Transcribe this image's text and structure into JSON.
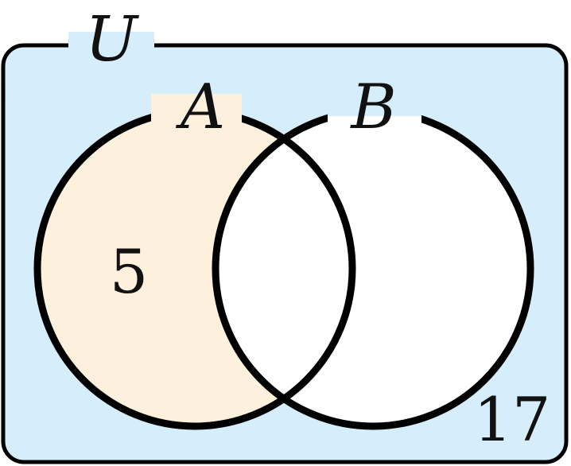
{
  "diagram": {
    "universe": {
      "label": "U",
      "fill_color": "#d6eefb"
    },
    "sets": [
      {
        "label": "A",
        "region_only_fill": "#fdf0dd"
      },
      {
        "label": "B",
        "region_only_fill": "#ffffff"
      }
    ],
    "intersection": {
      "fill": "#ffffff"
    },
    "regions": {
      "a_only": "5",
      "outside": "17"
    },
    "outline_color": "#000000"
  }
}
